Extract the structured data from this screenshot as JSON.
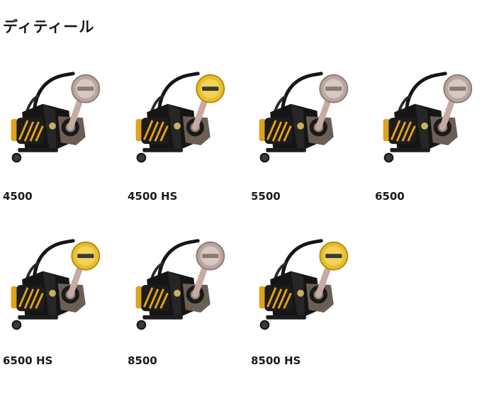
{
  "page": {
    "title": "ディティール"
  },
  "products": [
    {
      "model": "4500",
      "knob": "silver"
    },
    {
      "model": "4500 HS",
      "knob": "gold"
    },
    {
      "model": "5500",
      "knob": "silver"
    },
    {
      "model": "6500",
      "knob": "silver"
    },
    {
      "model": "6500 HS",
      "knob": "gold"
    },
    {
      "model": "8500",
      "knob": "silver"
    },
    {
      "model": "8500 HS",
      "knob": "gold"
    }
  ],
  "colors": {
    "body": "#151515",
    "accent": "#e0a11b",
    "silver_knob": "#b9a6a0",
    "gold_knob": "#e9be2a",
    "handle": "#c7aaa2"
  },
  "icons": {
    "reel": "spinning-reel-icon"
  }
}
